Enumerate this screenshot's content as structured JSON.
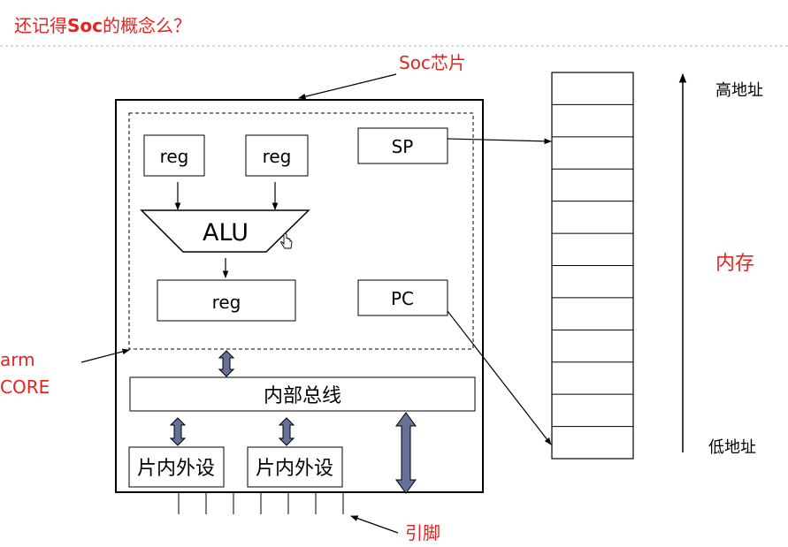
{
  "title": {
    "prefix": "还记得",
    "bold": "Soc",
    "suffix": "的概念么？"
  },
  "labels": {
    "soc_chip": "Soc芯片",
    "arm_line1": "arm",
    "arm_line2": "CORE",
    "pins": "引脚"
  },
  "core": {
    "reg_left": "reg",
    "reg_right": "reg",
    "alu": "ALU",
    "reg_out": "reg",
    "sp": "SP",
    "pc": "PC"
  },
  "bus": {
    "internal_bus": "内部总线",
    "peripheral_left": "片内外设",
    "peripheral_right": "片内外设"
  },
  "memory": {
    "high_address": "高地址",
    "label": "内存",
    "low_address": "低地址",
    "cell_count": 12
  },
  "colors": {
    "accent_red": "#e8231f",
    "divider_gray": "#b4b4b4",
    "bus_arrow_fill": "#66719a",
    "ink": "#000000"
  },
  "icons": {
    "cursor": "hand-pointer-icon"
  }
}
